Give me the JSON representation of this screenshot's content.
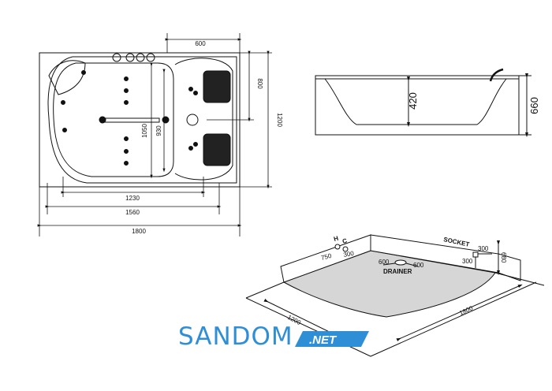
{
  "top_view": {
    "dim_width_total": "1800",
    "dim_inner_1560": "1560",
    "dim_inner_1230": "1230",
    "dim_top_600": "600",
    "dim_right_800": "800",
    "dim_right_1200": "1200",
    "dim_1050": "1050",
    "dim_930": "930"
  },
  "side_view": {
    "dim_depth": "420",
    "dim_height": "660"
  },
  "install_view": {
    "label_h": "H",
    "label_c": "C",
    "dim_750": "750",
    "dim_300_left": "300",
    "dim_600_left": "600",
    "dim_600_right": "600",
    "label_drainer": "DRAINER",
    "label_socket": "SOCKET",
    "dim_300_top": "300",
    "dim_300_side": "300",
    "dim_680": "680",
    "dim_1200": "1200",
    "dim_1800": "1800"
  },
  "logo": {
    "brand": "SANDOM",
    "suffix": ".NET",
    "brand_color": "#2f8fd6"
  }
}
